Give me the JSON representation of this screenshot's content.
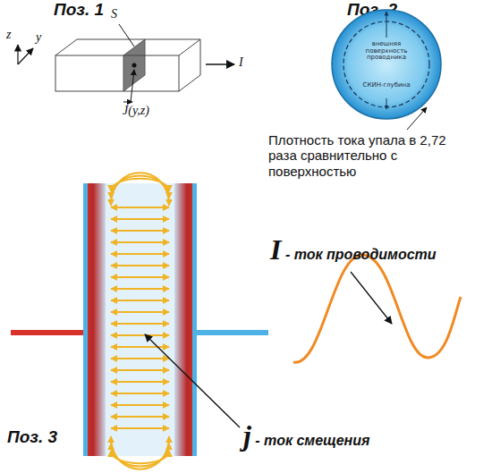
{
  "diagram": {
    "nodes": [
      {
        "text": [
          "внешняя поверхность проводника",
          "СКИН-глубина"
        ]
      }
    ],
    "labels": [
      "Поз. 1",
      "z",
      "y",
      "S",
      "J(y,z)",
      "I",
      "Поз. 2",
      "Плотность тока упала в 2,72 раза сравнительно с поверхностью",
      "I - ток проводимости",
      "j - ток смещения",
      "Поз. 3"
    ]
  }
}
